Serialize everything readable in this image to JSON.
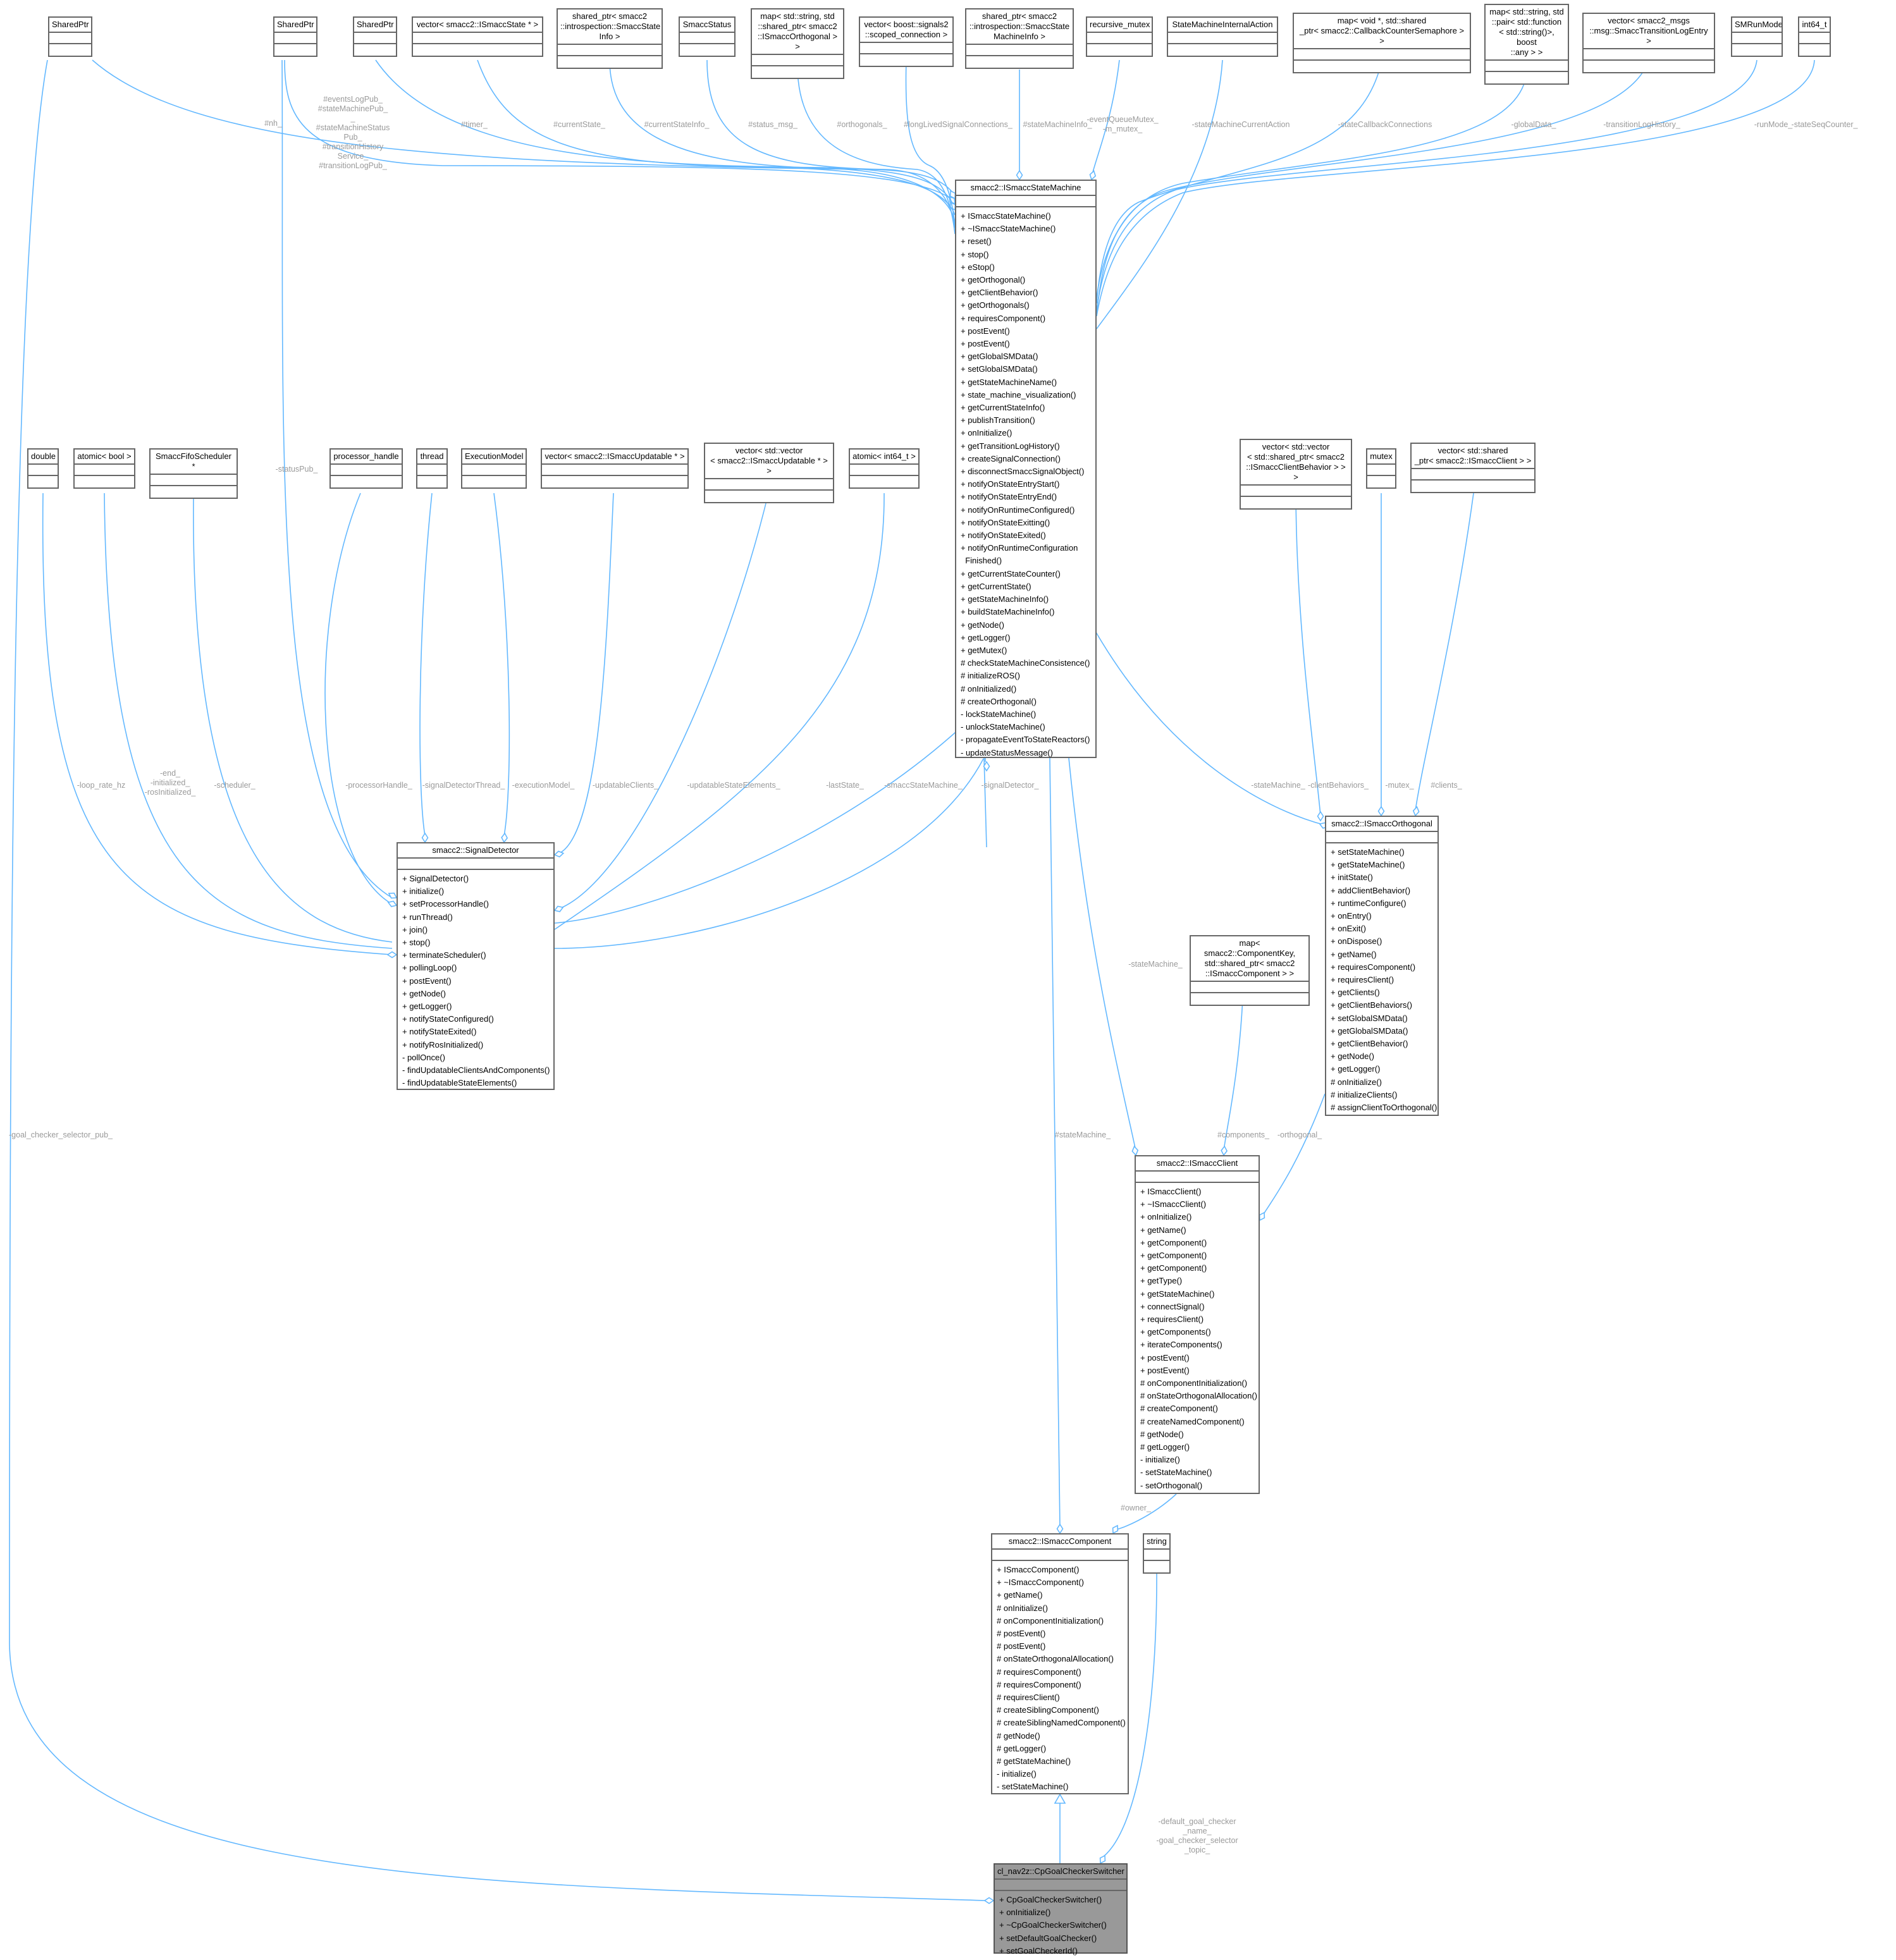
{
  "colors": {
    "edge": "#63b8ff",
    "label": "#9a9a9a",
    "highlight_fill": "#999999",
    "border": "#666666"
  },
  "nodes": {
    "sharedptr_a": {
      "title": "SharedPtr"
    },
    "sharedptr_b": {
      "title": "SharedPtr"
    },
    "sharedptr_c": {
      "title": "SharedPtr"
    },
    "vector_state": {
      "title": "vector< smacc2::ISmaccState * >"
    },
    "sp_stateinfo": {
      "title": "shared_ptr< smacc2\n::introspection::SmaccState\nInfo >"
    },
    "smacc_status": {
      "title": "SmaccStatus"
    },
    "map_orthogonal": {
      "title": "map< std::string, std\n::shared_ptr< smacc2\n::ISmaccOrthogonal > >"
    },
    "vector_scoped": {
      "title": "vector< boost::signals2\n::scoped_connection >"
    },
    "sp_sminfo": {
      "title": "shared_ptr< smacc2\n::introspection::SmaccState\nMachineInfo >"
    },
    "recursive_mutex": {
      "title": "recursive_mutex"
    },
    "sm_internal_action": {
      "title": "StateMachineInternalAction"
    },
    "map_semaphore": {
      "title": "map< void *, std::shared\n_ptr< smacc2::CallbackCounterSemaphore > >"
    },
    "map_globaldata": {
      "title": "map< std::string, std\n::pair< std::function\n< std::string()>, boost\n::any > >"
    },
    "vector_translog": {
      "title": "vector< smacc2_msgs\n::msg::SmaccTransitionLogEntry >"
    },
    "sm_runmode": {
      "title": "SMRunMode"
    },
    "int64": {
      "title": "int64_t"
    },
    "double": {
      "title": "double"
    },
    "atomic_bool": {
      "title": "atomic< bool >"
    },
    "fifo_scheduler": {
      "title": "SmaccFifoScheduler *"
    },
    "processor_handle": {
      "title": "processor_handle"
    },
    "thread": {
      "title": "thread"
    },
    "execution_model": {
      "title": "ExecutionModel"
    },
    "vector_updatable": {
      "title": "vector< smacc2::ISmaccUpdatable * >"
    },
    "vector_vector_updatable": {
      "title": "vector< std::vector\n< smacc2::ISmaccUpdatable * > >"
    },
    "atomic_int64": {
      "title": "atomic< int64_t >"
    },
    "vector_client_behaviors": {
      "title": "vector< std::vector\n< std::shared_ptr< smacc2\n::ISmaccClientBehavior > > >"
    },
    "mutex": {
      "title": "mutex"
    },
    "vector_clients": {
      "title": "vector< std::shared\n_ptr< smacc2::ISmaccClient > >"
    },
    "map_components": {
      "title": "map< smacc2::ComponentKey,\n std::shared_ptr< smacc2\n::ISmaccComponent > >"
    },
    "string": {
      "title": "string"
    },
    "state_machine": {
      "title": "smacc2::ISmaccStateMachine",
      "methods": [
        "+ ISmaccStateMachine()",
        "+ ~ISmaccStateMachine()",
        "+ reset()",
        "+ stop()",
        "+ eStop()",
        "+ getOrthogonal()",
        "+ getClientBehavior()",
        "+ getOrthogonals()",
        "+ requiresComponent()",
        "+ postEvent()",
        "+ postEvent()",
        "+ getGlobalSMData()",
        "+ setGlobalSMData()",
        "+ getStateMachineName()",
        "+ state_machine_visualization()",
        "+ getCurrentStateInfo()",
        "+ publishTransition()",
        "+ onInitialize()",
        "+ getTransitionLogHistory()",
        "+ createSignalConnection()",
        "+ disconnectSmaccSignalObject()",
        "+ notifyOnStateEntryStart()",
        "+ notifyOnStateEntryEnd()",
        "+ notifyOnRuntimeConfigured()",
        "+ notifyOnStateExitting()",
        "+ notifyOnStateExited()",
        "+ notifyOnRuntimeConfiguration\n  Finished()",
        "+ getCurrentStateCounter()",
        "+ getCurrentState()",
        "+ getStateMachineInfo()",
        "+ buildStateMachineInfo()",
        "+ getNode()",
        "+ getLogger()",
        "+ getMutex()",
        "# checkStateMachineConsistence()",
        "# initializeROS()",
        "# onInitialized()",
        "# createOrthogonal()",
        "- lockStateMachine()",
        "- unlockStateMachine()",
        "- propagateEventToStateReactors()",
        "- updateStatusMessage()"
      ]
    },
    "signal_detector": {
      "title": "smacc2::SignalDetector",
      "methods": [
        "+ SignalDetector()",
        "+ initialize()",
        "+ setProcessorHandle()",
        "+ runThread()",
        "+ join()",
        "+ stop()",
        "+ terminateScheduler()",
        "+ pollingLoop()",
        "+ postEvent()",
        "+ getNode()",
        "+ getLogger()",
        "+ notifyStateConfigured()",
        "+ notifyStateExited()",
        "+ notifyRosInitialized()",
        "- pollOnce()",
        "- findUpdatableClientsAndComponents()",
        "- findUpdatableStateElements()"
      ]
    },
    "orthogonal": {
      "title": "smacc2::ISmaccOrthogonal",
      "methods": [
        "+ setStateMachine()",
        "+ getStateMachine()",
        "+ initState()",
        "+ addClientBehavior()",
        "+ runtimeConfigure()",
        "+ onEntry()",
        "+ onExit()",
        "+ onDispose()",
        "+ getName()",
        "+ requiresComponent()",
        "+ requiresClient()",
        "+ getClients()",
        "+ getClientBehaviors()",
        "+ setGlobalSMData()",
        "+ getGlobalSMData()",
        "+ getClientBehavior()",
        "+ getNode()",
        "+ getLogger()",
        "# onInitialize()",
        "# initializeClients()",
        "# assignClientToOrthogonal()"
      ]
    },
    "client": {
      "title": "smacc2::ISmaccClient",
      "methods": [
        "+ ISmaccClient()",
        "+ ~ISmaccClient()",
        "+ onInitialize()",
        "+ getName()",
        "+ getComponent()",
        "+ getComponent()",
        "+ getComponent()",
        "+ getType()",
        "+ getStateMachine()",
        "+ connectSignal()",
        "+ requiresClient()",
        "+ getComponents()",
        "+ iterateComponents()",
        "+ postEvent()",
        "+ postEvent()",
        "# onComponentInitialization()",
        "# onStateOrthogonalAllocation()",
        "# createComponent()",
        "# createNamedComponent()",
        "# getNode()",
        "# getLogger()",
        "- initialize()",
        "- setStateMachine()",
        "- setOrthogonal()"
      ]
    },
    "component": {
      "title": "smacc2::ISmaccComponent",
      "methods": [
        "+ ISmaccComponent()",
        "+ ~ISmaccComponent()",
        "+ getName()",
        "# onInitialize()",
        "# onComponentInitialization()",
        "# postEvent()",
        "# postEvent()",
        "# onStateOrthogonalAllocation()",
        "# requiresComponent()",
        "# requiresComponent()",
        "# requiresClient()",
        "# createSiblingComponent()",
        "# createSiblingNamedComponent()",
        "# getNode()",
        "# getLogger()",
        "# getStateMachine()",
        "- initialize()",
        "- setStateMachine()"
      ]
    },
    "switcher": {
      "title": "cl_nav2z::CpGoalCheckerSwitcher",
      "methods": [
        "+ CpGoalCheckerSwitcher()",
        "+ onInitialize()",
        "+ ~CpGoalCheckerSwitcher()",
        "+ setDefaultGoalChecker()",
        "+ setGoalCheckerId()"
      ]
    }
  },
  "edge_labels": {
    "l_sp_a": "#nh_",
    "l_sp_b": "#eventsLogPub_\n#stateMachinePub_\n_\n#stateMachineStatus\nPub_\n#transitionHistory\nService_\n#transitionLogPub_",
    "l_timer": "#timer_",
    "l_curstate": "#currentState_",
    "l_curstateinfo": "#currentStateInfo_",
    "l_status": "#status_msg_",
    "l_orth": "#orthogonals_",
    "l_longlived": "#longLivedSignalConnections_",
    "l_sminfo": "#stateMachineInfo_",
    "l_eventmutex": "-eventQueueMutex_\n-m_mutex_",
    "l_internalaction": "-stateMachineCurrentAction",
    "l_callbackconn": "-stateCallbackConnections",
    "l_globaldata": "-globalData_",
    "l_translog": "-transitionLogHistory_",
    "l_runmode": "-runMode_",
    "l_seqcounter": "-stateSeqCounter_",
    "l_statuspub": "-statusPub_",
    "l_looprate": "-loop_rate_hz",
    "l_end": "-end_\n-initialized_\n-rosInitialized_",
    "l_scheduler": "-scheduler_",
    "l_processor": "-processorHandle_",
    "l_sdthread": "-signalDetectorThread_",
    "l_execmodel": "-executionModel_",
    "l_updclients": "-updatableClients_",
    "l_updstate": "-updatableStateElements_",
    "l_laststate": "-lastState_",
    "l_smaccsm": "-smaccStateMachine_",
    "l_signaldetector": "-signalDetector_",
    "l_orth_sm": "-stateMachine_",
    "l_clientbeh": "-clientBehaviors_",
    "l_mutex": "-mutex_",
    "l_clients": "#clients_",
    "l_client_sm": "-stateMachine_",
    "l_components": "#components_",
    "l_orthogonal": "-orthogonal_",
    "l_comp_sm": "#stateMachine_",
    "l_owner": "#owner_",
    "l_gcpub": "-goal_checker_selector_pub_",
    "l_string": "-default_goal_checker\n_name_\n-goal_checker_selector\n_topic_"
  }
}
